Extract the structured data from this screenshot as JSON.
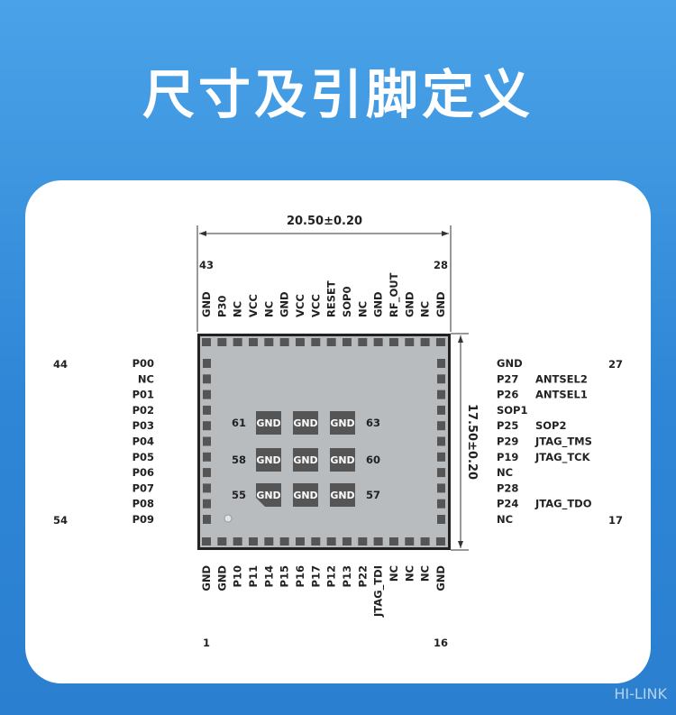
{
  "page_title": "尺寸及引脚定义",
  "dimensions": {
    "width": "20.50±0.20",
    "height": "17.50±0.20"
  },
  "pin_numbers": {
    "top_left": "43",
    "top_right": "28",
    "left_top": "44",
    "left_bottom": "54",
    "right_top": "27",
    "right_bottom": "17",
    "bottom_left": "1",
    "bottom_right": "16"
  },
  "top_pins": [
    "GND",
    "P30",
    "NC",
    "VCC",
    "NC",
    "GND",
    "VCC",
    "VCC",
    "RESET",
    "SOP0",
    "NC",
    "GND",
    "RF_OUT",
    "GND",
    "NC",
    "GND"
  ],
  "bottom_pins": [
    "GND",
    "GND",
    "P10",
    "P11",
    "P14",
    "P15",
    "P16",
    "P17",
    "P12",
    "P13",
    "P22",
    "JTAG_TDI",
    "NC",
    "NC",
    "NC",
    "GND"
  ],
  "left_pins": [
    "P00",
    "NC",
    "P01",
    "P02",
    "P03",
    "P04",
    "P05",
    "P06",
    "P07",
    "P08",
    "P09"
  ],
  "right_pins": [
    "GND",
    "P27",
    "P26",
    "SOP1",
    "P25",
    "P29",
    "P19",
    "NC",
    "P28",
    "P24",
    "NC"
  ],
  "right_functions": [
    "",
    "ANTSEL2",
    "ANTSEL1",
    "",
    "SOP2",
    "JTAG_TMS",
    "JTAG_TCK",
    "",
    "",
    "JTAG_TDO",
    ""
  ],
  "center_pads": {
    "label": "GND",
    "row_labels_left": [
      "61",
      "58",
      "55"
    ],
    "row_labels_right": [
      "63",
      "60",
      "57"
    ]
  },
  "watermark": "HI-LINK"
}
